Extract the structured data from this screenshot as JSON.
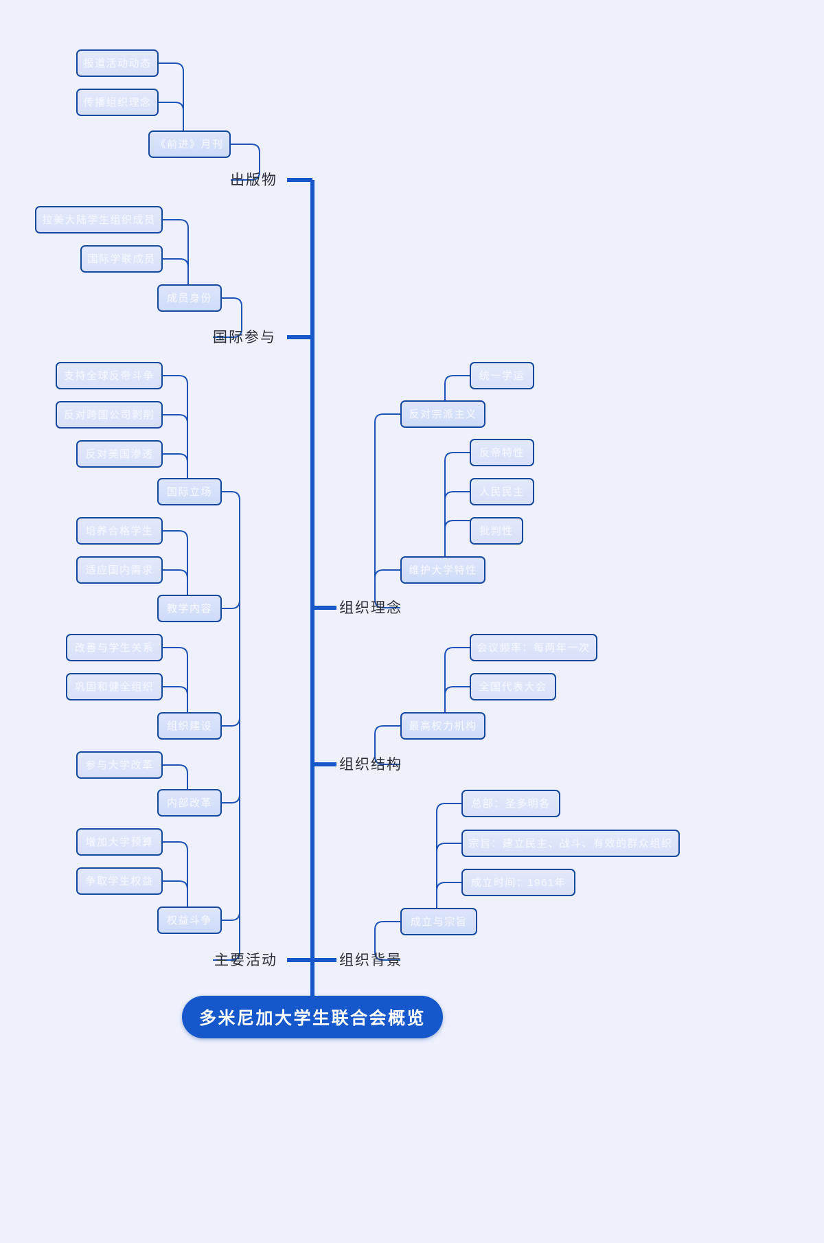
{
  "diagram": {
    "type": "mindmap",
    "title": "多米尼加大学生联合会概览",
    "root": {
      "label": "多米尼加大学生联合会概览"
    },
    "branch_labels": {
      "publications": "出版物",
      "international": "国际参与",
      "activities": "主要活动",
      "philosophy": "组织理念",
      "structure": "组织结构",
      "background": "组织背景"
    },
    "nodes": {
      "pub_l2": "《前进》月刊",
      "pub_a": "报道活动动态",
      "pub_b": "传播组织理念",
      "intl_l2": "成员身份",
      "intl_a": "拉美大陆学生组织成员",
      "intl_b": "国际学联成员",
      "act_stance": "国际立场",
      "act_stance_a": "支持全球反帝斗争",
      "act_stance_b": "反对跨国公司剥削",
      "act_stance_c": "反对美国渗透",
      "act_teach": "教学内容",
      "act_teach_a": "培养合格学生",
      "act_teach_b": "适应国内需求",
      "act_org": "组织建设",
      "act_org_a": "改善与学生关系",
      "act_org_b": "巩固和健全组织",
      "act_reform": "内部改革",
      "act_reform_a": "参与大学改革",
      "act_rights": "权益斗争",
      "act_rights_a": "增加大学预算",
      "act_rights_b": "争取学生权益",
      "phi_sect": "反对宗派主义",
      "phi_sect_a": "统一学运",
      "phi_uni": "维护大学特性",
      "phi_uni_a": "反帝特性",
      "phi_uni_b": "人民民主",
      "phi_uni_c": "批判性",
      "str_power": "最高权力机构",
      "str_power_a": "会议频率：每两年一次",
      "str_power_b": "全国代表大会",
      "bg_found": "成立与宗旨",
      "bg_found_a": "总部：圣多明各",
      "bg_found_b": "宗旨：建立民主、战斗、有效的群众组织",
      "bg_found_c": "成立时间：1961年"
    },
    "colors": {
      "background": "#eef1fc",
      "node_border": "#14479e",
      "node_fill": "#dbe3fa",
      "root_fill": "#1658cc",
      "line": "#1d52b8",
      "label_text": "#2b2f38"
    }
  }
}
